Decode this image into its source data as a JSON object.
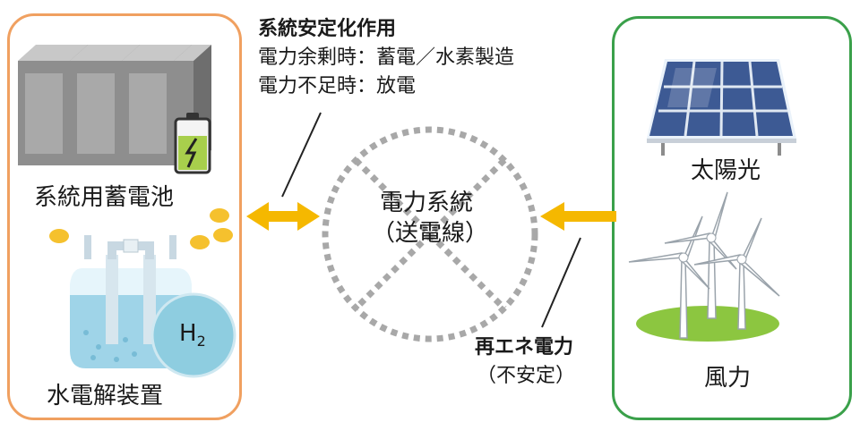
{
  "left_panel": {
    "battery_label": "系統用蓄電池",
    "electrolyzer_label": "水電解装置",
    "h2_base": "H",
    "h2_sub": "2"
  },
  "stabilization": {
    "title": "系統安定化作用",
    "line1": "電力余剰時：蓄電／水素製造",
    "line2": "電力不足時：放電"
  },
  "grid": {
    "line1": "電力系統",
    "line2": "（送電線）"
  },
  "renewable": {
    "title": "再エネ電力",
    "note": "（不安定）"
  },
  "right_panel": {
    "solar_label": "太陽光",
    "wind_label": "風力"
  },
  "colors": {
    "left_border": "#f0a060",
    "right_border": "#3aa04a",
    "arrow": "#f5b800",
    "circle": "#a8a8a8"
  }
}
